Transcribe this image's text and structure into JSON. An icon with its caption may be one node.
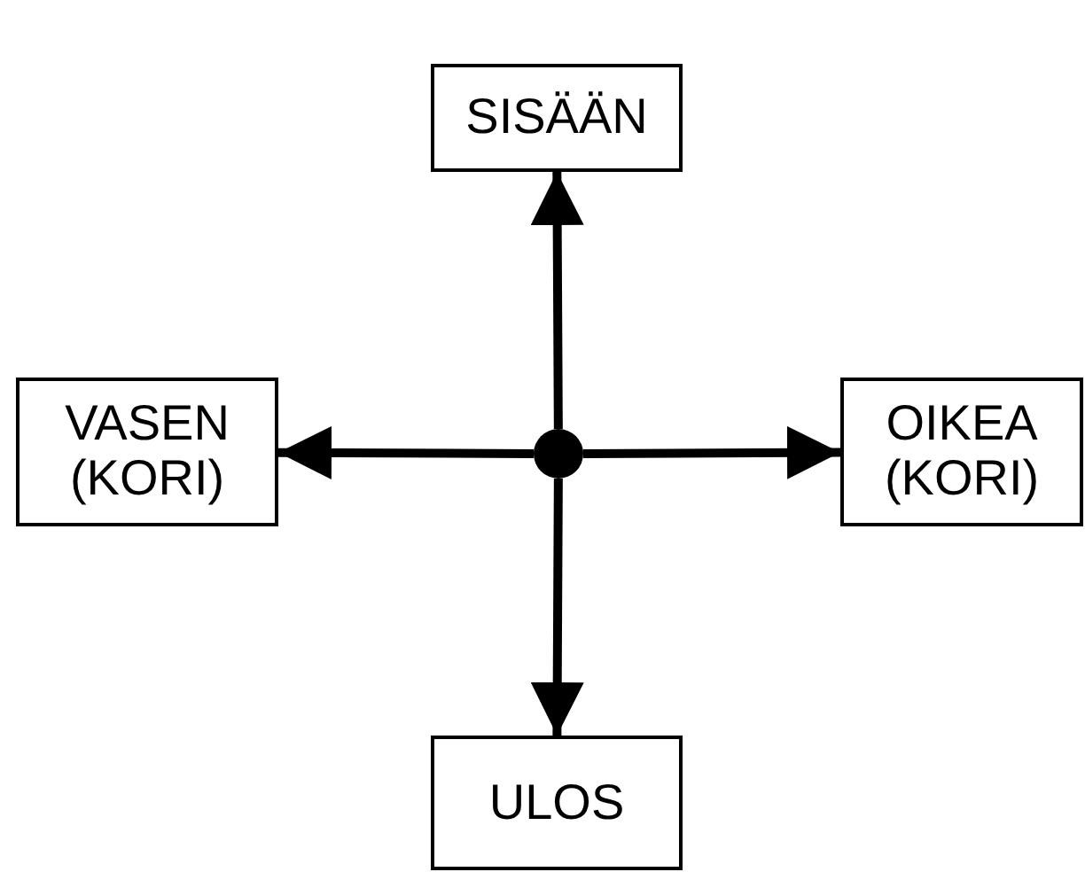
{
  "diagram": {
    "nodes": [
      {
        "text": [
          "SISÄÄN"
        ]
      },
      {
        "text": [
          "VASEN (KORI)"
        ]
      },
      {
        "text": [],
        "shape": "circle"
      },
      {
        "text": [
          "OIKEA (KORI)"
        ]
      },
      {
        "text": [
          "ULOS"
        ]
      }
    ],
    "edges": [
      {
        "from": 2,
        "to": 0,
        "arrow": "to"
      },
      {
        "from": 2,
        "to": 1,
        "arrow": "to"
      },
      {
        "from": 2,
        "to": 3,
        "arrow": "to"
      },
      {
        "from": 2,
        "to": 4,
        "arrow": "to"
      }
    ]
  }
}
